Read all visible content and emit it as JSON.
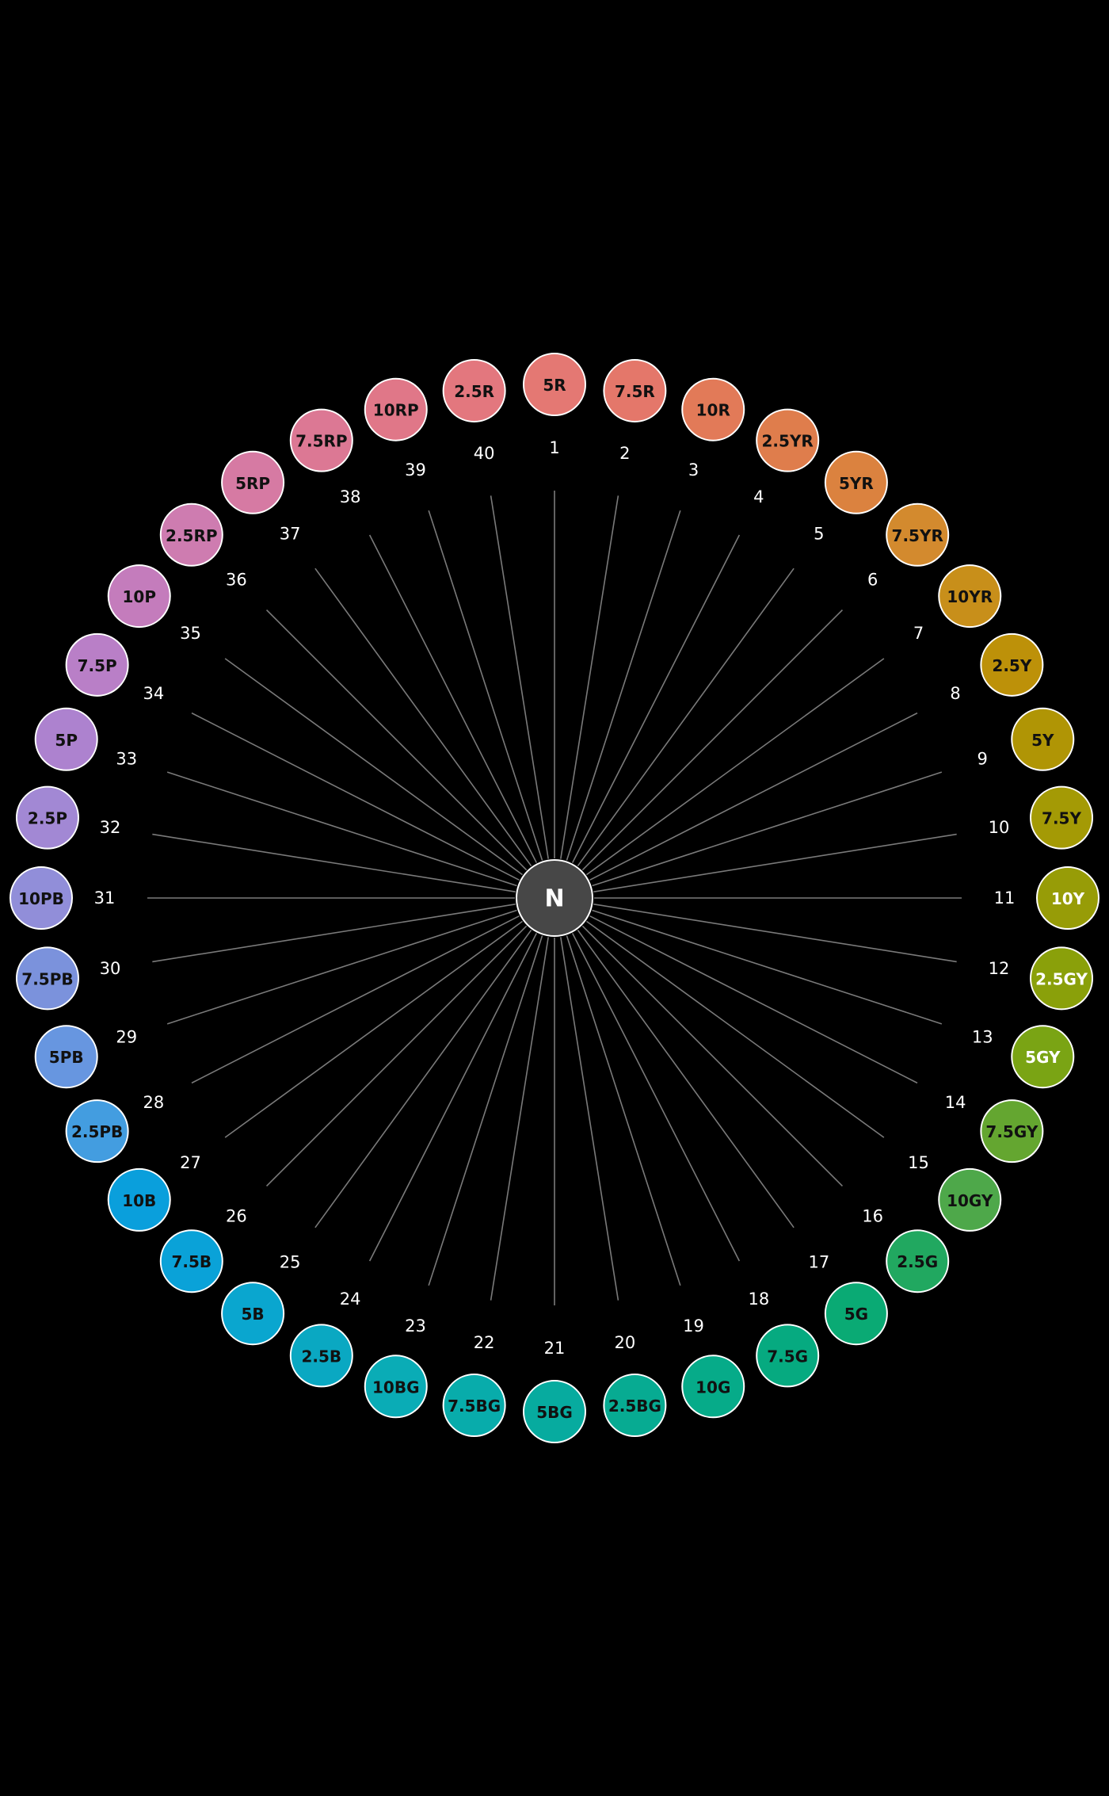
{
  "center": {
    "label": "N",
    "color": "#474747"
  },
  "hues": [
    {
      "num": "1",
      "label": "5R",
      "color": "#e47873",
      "text_color": "#111111"
    },
    {
      "num": "2",
      "label": "7.5R",
      "color": "#e4776a",
      "text_color": "#111111"
    },
    {
      "num": "3",
      "label": "10R",
      "color": "#e27a58",
      "text_color": "#111111"
    },
    {
      "num": "4",
      "label": "2.5YR",
      "color": "#df7d4c",
      "text_color": "#111111"
    },
    {
      "num": "5",
      "label": "5YR",
      "color": "#db823f",
      "text_color": "#111111"
    },
    {
      "num": "6",
      "label": "7.5YR",
      "color": "#d38a2e",
      "text_color": "#111111"
    },
    {
      "num": "7",
      "label": "10YR",
      "color": "#c88f1a",
      "text_color": "#111111"
    },
    {
      "num": "8",
      "label": "2.5Y",
      "color": "#bd9109",
      "text_color": "#111111"
    },
    {
      "num": "9",
      "label": "5Y",
      "color": "#b09505",
      "text_color": "#111111"
    },
    {
      "num": "10",
      "label": "7.5Y",
      "color": "#a49a05",
      "text_color": "#111111"
    },
    {
      "num": "11",
      "label": "10Y",
      "color": "#979c07",
      "text_color": "#ffffff"
    },
    {
      "num": "12",
      "label": "2.5GY",
      "color": "#8aa00a",
      "text_color": "#ffffff"
    },
    {
      "num": "13",
      "label": "5GY",
      "color": "#7aa414",
      "text_color": "#ffffff"
    },
    {
      "num": "14",
      "label": "7.5GY",
      "color": "#64a630",
      "text_color": "#111111"
    },
    {
      "num": "15",
      "label": "10GY",
      "color": "#4ea84a",
      "text_color": "#111111"
    },
    {
      "num": "16",
      "label": "2.5G",
      "color": "#21a860",
      "text_color": "#111111"
    },
    {
      "num": "17",
      "label": "5G",
      "color": "#0aaa74",
      "text_color": "#111111"
    },
    {
      "num": "18",
      "label": "7.5G",
      "color": "#06aa80",
      "text_color": "#111111"
    },
    {
      "num": "19",
      "label": "10G",
      "color": "#06ab89",
      "text_color": "#111111"
    },
    {
      "num": "20",
      "label": "2.5BG",
      "color": "#07ab92",
      "text_color": "#111111"
    },
    {
      "num": "21",
      "label": "5BG",
      "color": "#07ab9f",
      "text_color": "#111111"
    },
    {
      "num": "22",
      "label": "7.5BG",
      "color": "#08acab",
      "text_color": "#111111"
    },
    {
      "num": "23",
      "label": "10BG",
      "color": "#0aacb6",
      "text_color": "#111111"
    },
    {
      "num": "24",
      "label": "2.5B",
      "color": "#0aa8c2",
      "text_color": "#111111"
    },
    {
      "num": "25",
      "label": "5B",
      "color": "#0aa6cf",
      "text_color": "#111111"
    },
    {
      "num": "26",
      "label": "7.5B",
      "color": "#0aa2d8",
      "text_color": "#111111"
    },
    {
      "num": "27",
      "label": "10B",
      "color": "#0a9fdc",
      "text_color": "#111111"
    },
    {
      "num": "28",
      "label": "2.5PB",
      "color": "#439de0",
      "text_color": "#111111"
    },
    {
      "num": "29",
      "label": "5PB",
      "color": "#6796e0",
      "text_color": "#111111"
    },
    {
      "num": "30",
      "label": "7.5PB",
      "color": "#7b92dc",
      "text_color": "#111111"
    },
    {
      "num": "31",
      "label": "10PB",
      "color": "#918ed9",
      "text_color": "#111111"
    },
    {
      "num": "32",
      "label": "2.5P",
      "color": "#a288d4",
      "text_color": "#111111"
    },
    {
      "num": "33",
      "label": "5P",
      "color": "#ad82cf",
      "text_color": "#111111"
    },
    {
      "num": "34",
      "label": "7.5P",
      "color": "#b97fc7",
      "text_color": "#111111"
    },
    {
      "num": "35",
      "label": "10P",
      "color": "#c47cbc",
      "text_color": "#111111"
    },
    {
      "num": "36",
      "label": "2.5RP",
      "color": "#ce7cb0",
      "text_color": "#111111"
    },
    {
      "num": "37",
      "label": "5RP",
      "color": "#d67aa3",
      "text_color": "#111111"
    },
    {
      "num": "38",
      "label": "7.5RP",
      "color": "#dc7894",
      "text_color": "#111111"
    },
    {
      "num": "39",
      "label": "10RP",
      "color": "#e07788",
      "text_color": "#111111"
    },
    {
      "num": "40",
      "label": "2.5R",
      "color": "#e3777e",
      "text_color": "#111111"
    }
  ]
}
